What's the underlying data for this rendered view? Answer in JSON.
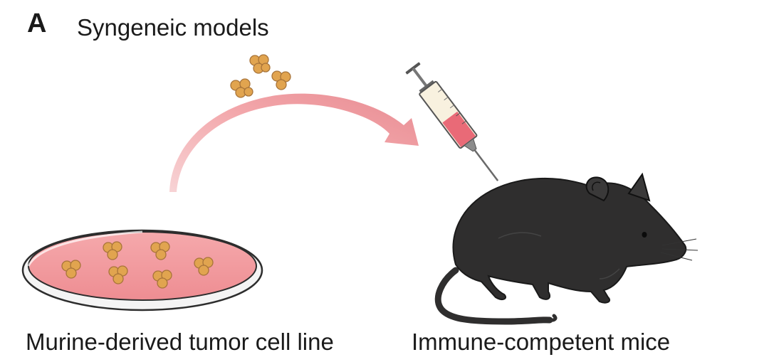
{
  "panel": {
    "letter": "A",
    "title": "Syngeneic models"
  },
  "captions": {
    "left": "Murine-derived tumor cell line",
    "right": "Immune-competent mice"
  },
  "colors": {
    "media_pink": "#f08a8f",
    "arrow_pink": "#f29b9f",
    "cell_orange": "#e1a44f",
    "mouse_body": "#2f2e2e",
    "syringe_fluid": "#e96a77"
  },
  "icons": {
    "dish": "petri-dish-icon",
    "cells": "cell-cluster-icon",
    "arrow": "curved-arrow-icon",
    "syringe": "syringe-icon",
    "mouse": "mouse-icon"
  }
}
